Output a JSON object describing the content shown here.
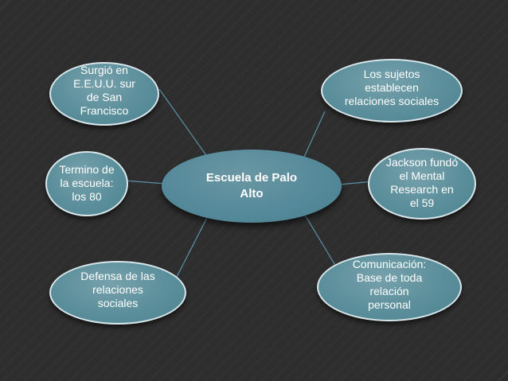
{
  "center": {
    "lines": [
      "Escuela de Palo",
      "Alto"
    ]
  },
  "nodes": [
    {
      "id": "surgio",
      "lines": [
        "Surgió en",
        "E.E.U.U. sur",
        "de San",
        "Francisco"
      ]
    },
    {
      "id": "sujetos",
      "lines": [
        "Los sujetos",
        "establecen",
        "relaciones sociales"
      ]
    },
    {
      "id": "termino",
      "lines": [
        "Termino de",
        "la escuela:",
        "los 80"
      ]
    },
    {
      "id": "jackson",
      "lines": [
        "Jackson fundó",
        "el Mental",
        "Research en",
        "el 59"
      ]
    },
    {
      "id": "defensa",
      "lines": [
        "Defensa de las",
        "relaciones",
        "sociales"
      ]
    },
    {
      "id": "comunicacion",
      "lines": [
        "Comunicación:",
        "Base de toda",
        "relación",
        "personal"
      ]
    }
  ],
  "colors": {
    "background": "#2f2f30",
    "node_fill": "#5b8f9b",
    "node_border": "#d9e6ea",
    "connector": "#5a93a6",
    "text": "#ffffff"
  }
}
